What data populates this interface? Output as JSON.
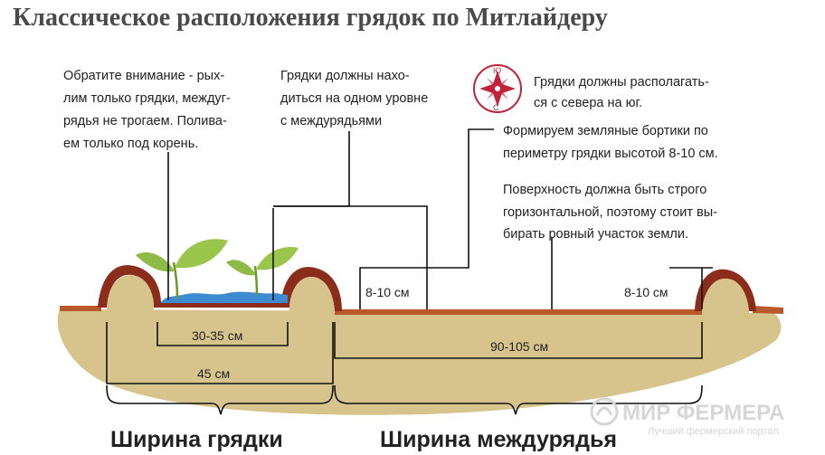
{
  "title": "Классическое расположения грядок по Митлайдеру",
  "notes": {
    "watering": [
      "Обратите внимание - рых-",
      "лим только грядки, междуг-",
      "рядья не трогаем. Полива-",
      "ем только под корень."
    ],
    "level": [
      "Грядки должны нахо-",
      "диться на одном уровне",
      "с междурядьями"
    ],
    "orientation": [
      "Грядки должны располагать-",
      "ся с севера на юг."
    ],
    "borders": [
      "Формируем земляные бортики по",
      "периметру грядки высотой 8-10 см."
    ],
    "surface": [
      "Поверхность должна быть строго",
      "горизонтальной, поэтому стоит вы-",
      "бирать ровный участок земли."
    ]
  },
  "compass": {
    "top": "Ю",
    "bottom": "С"
  },
  "dimensions": {
    "inner_bed": "30-35 см",
    "bed_width": "45 см",
    "path_width": "90-105 см",
    "border_height_left": "8-10 см",
    "border_height_right": "8-10 см"
  },
  "labels": {
    "bed": "Ширина грядки",
    "path": "Ширина междурядья"
  },
  "watermark": {
    "name": "МИР ФЕРМЕРА",
    "tagline": "Лучший фермерский портал"
  },
  "colors": {
    "soil": "#d7c48c",
    "ridge": "#b8592c",
    "ridge_top": "#8a2d1a",
    "water": "#3d8bd0",
    "leaf": "#8dbb45",
    "compass": "#c0233a"
  }
}
